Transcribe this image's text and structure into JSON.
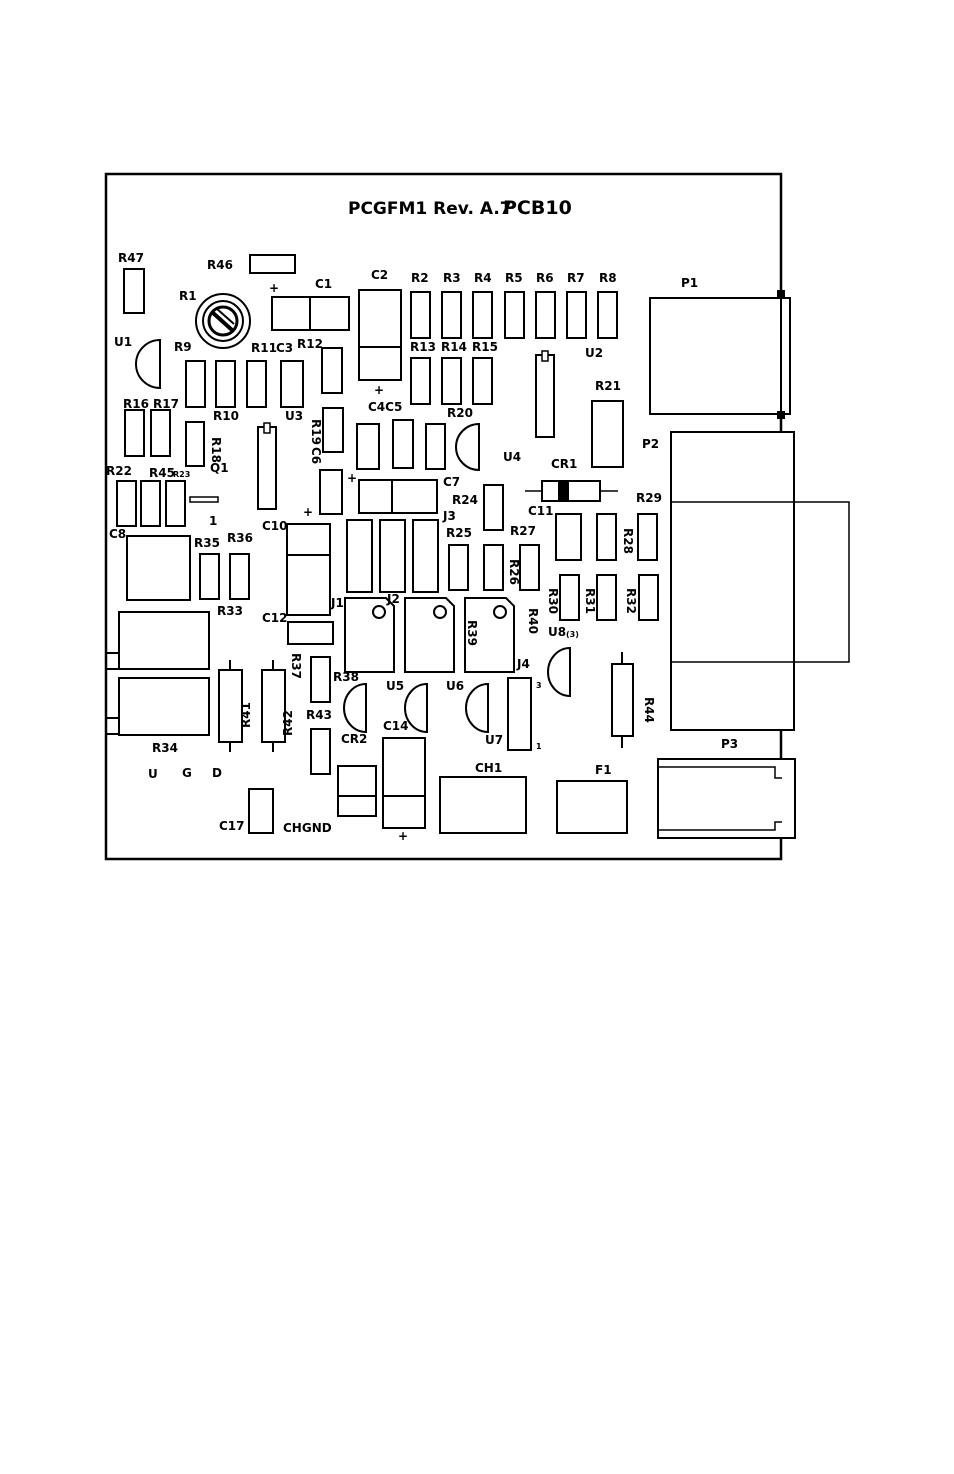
{
  "board": {
    "title": "PCGFM1 Rev. A.7",
    "pcb": "PCB10"
  },
  "labels": {
    "R47": "R47",
    "R46": "R46",
    "R1": "R1",
    "C1": "C1",
    "C2": "C2",
    "R2": "R2",
    "R3": "R3",
    "R4": "R4",
    "R5": "R5",
    "R6": "R6",
    "R7": "R7",
    "R8": "R8",
    "P1": "P1",
    "U1": "U1",
    "R9": "R9",
    "R11": "R11",
    "C3": "C3",
    "R12": "R12",
    "R13": "R13",
    "R14": "R14",
    "R15": "R15",
    "U2": "U2",
    "R16": "R16",
    "R17": "R17",
    "R10": "R10",
    "U3": "U3",
    "R19": "R19",
    "C4C5": "C4C5",
    "R20": "R20",
    "R21": "R21",
    "P2": "P2",
    "R18": "R18",
    "C6": "C6",
    "Q1": "Q1",
    "U4": "U4",
    "CR1": "CR1",
    "R22": "R22",
    "R45": "R45",
    "R23": "R23",
    "one_q1": "1",
    "C7": "C7",
    "R24": "R24",
    "C11": "C11",
    "R29": "R29",
    "C8": "C8",
    "C10": "C10",
    "R35": "R35",
    "R36": "R36",
    "J3": "J3",
    "R25": "R25",
    "R27": "R27",
    "R28": "R28",
    "R26": "R26",
    "R33": "R33",
    "C12": "C12",
    "J1": "J1",
    "J2": "J2",
    "R39": "R39",
    "R40": "R40",
    "R30": "R30",
    "R31": "R31",
    "R32": "R32",
    "U8": "U8",
    "U8_3": "(3)",
    "R37": "R37",
    "J4": "J4",
    "R38": "R38",
    "U5": "U5",
    "U6": "U6",
    "three_j4": "3",
    "R44": "R44",
    "R41": "R41",
    "R42": "R42",
    "R43": "R43",
    "C14": "C14",
    "U7": "U7",
    "one_j4": "1",
    "R34": "R34",
    "CR2": "CR2",
    "P3": "P3",
    "U": "U",
    "G": "G",
    "D": "D",
    "CH1": "CH1",
    "F1": "F1",
    "C17": "C17",
    "CHGND": "CHGND",
    "plus_c1": "+",
    "plus_c2": "+",
    "plus_c6": "+",
    "plus_c10": "+",
    "plus_c14": "+"
  }
}
